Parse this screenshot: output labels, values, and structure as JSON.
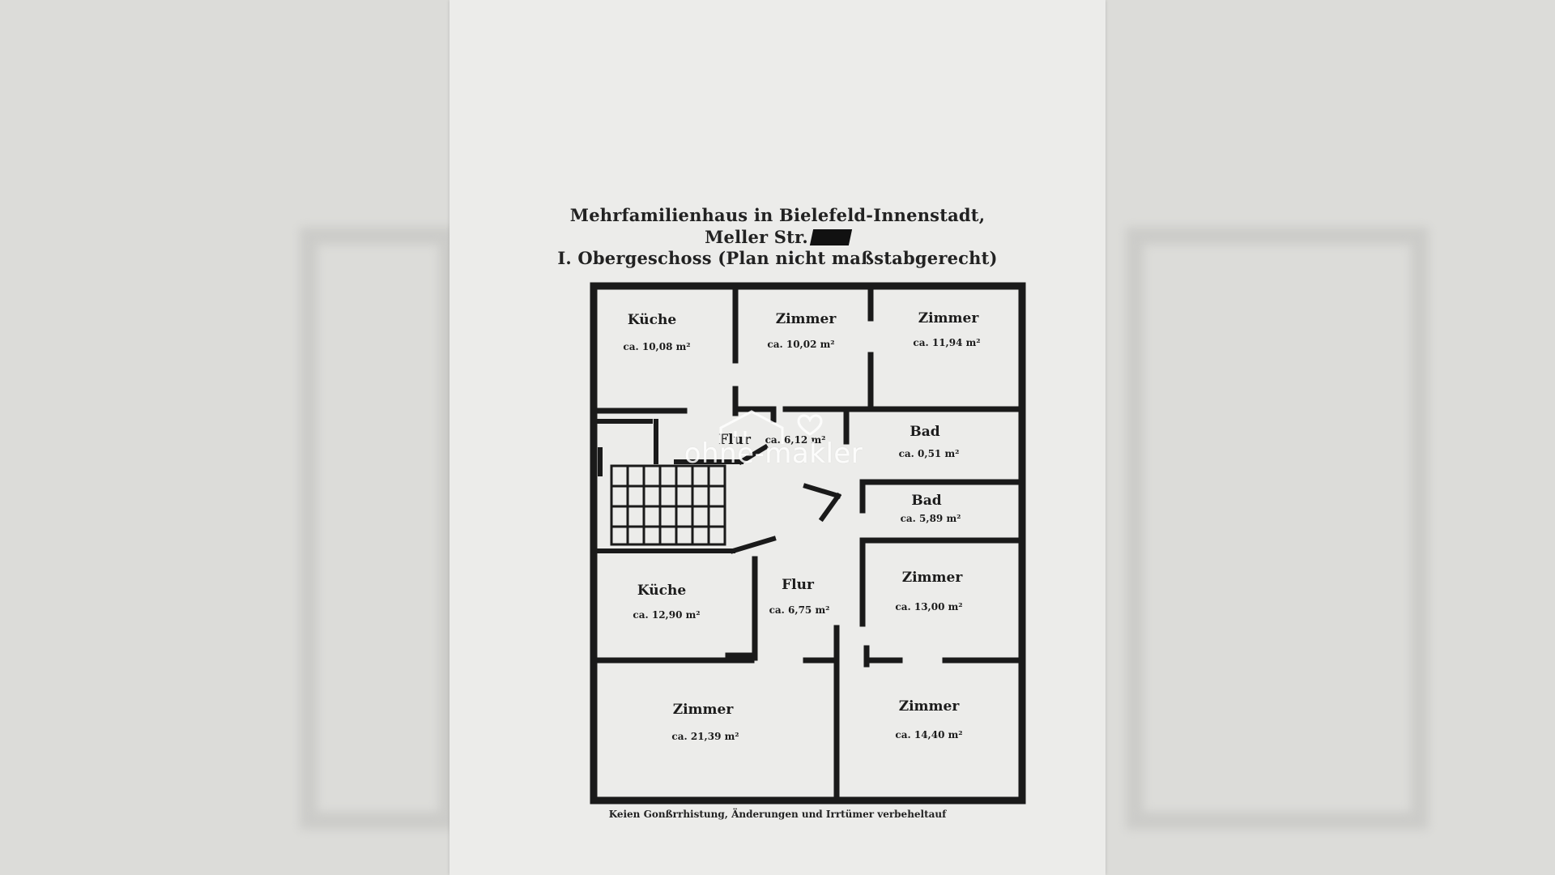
{
  "document": {
    "title_line_1": "Mehrfamilienhaus in Bielefeld-Innenstadt,",
    "title_line_2": "Meller Str.",
    "title_line_3": "I. Obergeschoss (Plan nicht maßstabgerecht)",
    "footer": "Keien Gonßrrhistung, Änderungen und Irrtümer verbeheltauf"
  },
  "rooms": [
    {
      "name": "Küche",
      "area": "ca. 10,08 m²"
    },
    {
      "name": "Zimmer",
      "area": "ca. 10,02 m²"
    },
    {
      "name": "Zimmer",
      "area": "ca. 11,94 m²"
    },
    {
      "name": "Flur",
      "area": "ca. 6,12 m²"
    },
    {
      "name": "Bad",
      "area": "ca. 0,51 m²"
    },
    {
      "name": "Bad",
      "area": "ca. 5,89 m²"
    },
    {
      "name": "Küche",
      "area": "ca. 12,90 m²"
    },
    {
      "name": "Flur",
      "area": "ca. 6,75 m²"
    },
    {
      "name": "Zimmer",
      "area": "ca. 13,00 m²"
    },
    {
      "name": "Zimmer",
      "area": "ca. 21,39 m²"
    },
    {
      "name": "Zimmer",
      "area": "ca. 14,40 m²"
    }
  ],
  "watermark": {
    "text": "ohne-makler",
    "icon": "house-heart-logo"
  }
}
